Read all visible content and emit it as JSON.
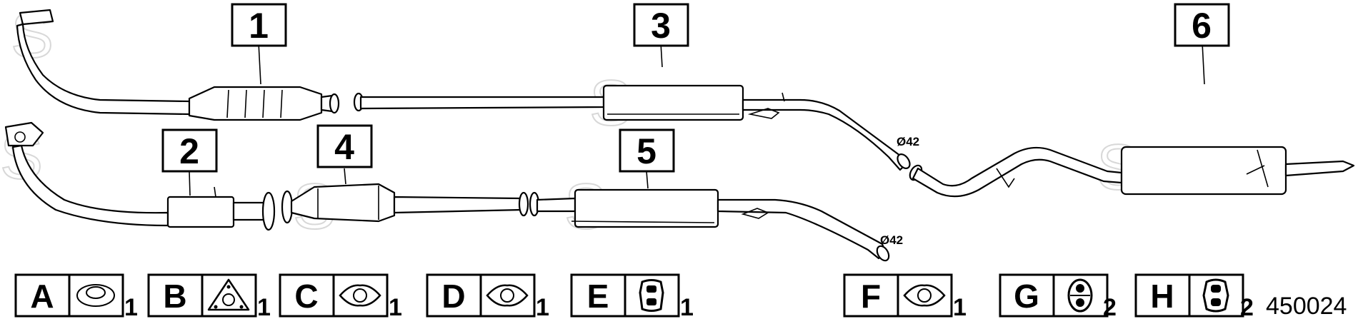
{
  "diagram": {
    "parts": [
      {
        "number": "1",
        "name": "front pipe with catalytic converter"
      },
      {
        "number": "2",
        "name": "front pipe"
      },
      {
        "number": "3",
        "name": "centre silencer"
      },
      {
        "number": "4",
        "name": "catalytic converter"
      },
      {
        "number": "5",
        "name": "centre silencer"
      },
      {
        "number": "6",
        "name": "rear silencer"
      }
    ],
    "diameters": [
      "Ø42",
      "Ø42"
    ],
    "fittings": [
      {
        "letter": "A",
        "qty": "1",
        "icon": "ring-gasket-icon"
      },
      {
        "letter": "B",
        "qty": "1",
        "icon": "triangle-flange-gasket-icon"
      },
      {
        "letter": "C",
        "qty": "1",
        "icon": "oval-flange-gasket-icon"
      },
      {
        "letter": "D",
        "qty": "1",
        "icon": "oval-flange-gasket-icon"
      },
      {
        "letter": "E",
        "qty": "1",
        "icon": "rubber-mount-icon"
      },
      {
        "letter": "F",
        "qty": "1",
        "icon": "oval-flange-gasket-icon"
      },
      {
        "letter": "G",
        "qty": "2",
        "icon": "rubber-mount-icon"
      },
      {
        "letter": "H",
        "qty": "2",
        "icon": "rubber-mount-icon"
      }
    ],
    "catalog_number": "450024"
  }
}
